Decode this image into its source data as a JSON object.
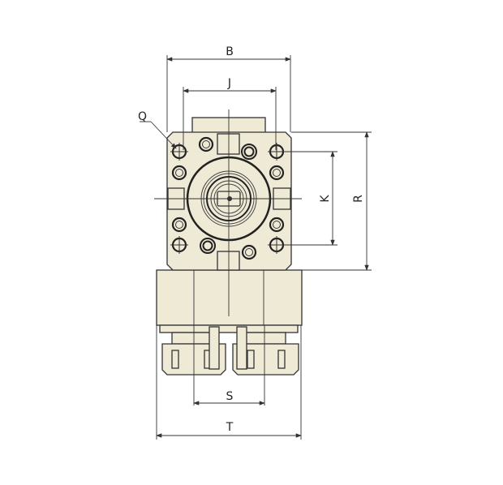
{
  "dimensions": {
    "B": "B",
    "J": "J",
    "Q": "Q",
    "K": "K",
    "R": "R",
    "S": "S",
    "T": "T"
  },
  "colors": {
    "body_fill": "#efead6",
    "line": "#333333"
  }
}
